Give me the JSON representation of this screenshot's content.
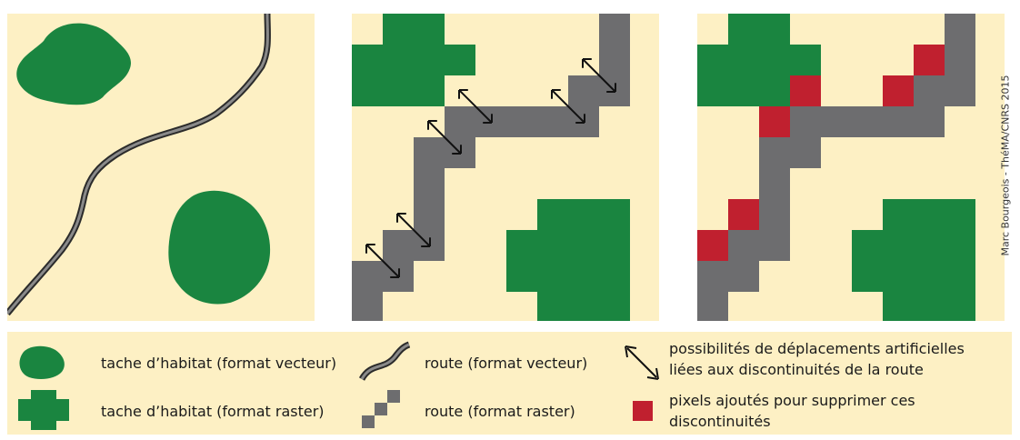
{
  "colors": {
    "background": "#fdf0c4",
    "habitat": "#1a8540",
    "road": "#6d6d6f",
    "road_edge": "#2b2b2b",
    "added_pixel": "#c0202f",
    "arrow": "#111111"
  },
  "credit": "Marc Bourgeois - ThéMA/CNRS 2015",
  "panels": [
    {
      "name": "vector-map"
    },
    {
      "name": "raster-map"
    },
    {
      "name": "corrected-raster-map"
    }
  ],
  "legend": {
    "habitat_vector": {
      "icon": "habitat-patch-vector-icon",
      "label": "tache d’habitat (format vecteur)"
    },
    "habitat_raster": {
      "icon": "habitat-patch-raster-icon",
      "label": "tache d’habitat (format raster)"
    },
    "road_vector": {
      "icon": "road-vector-icon",
      "label": "route (format vecteur)"
    },
    "road_raster": {
      "icon": "road-raster-icon",
      "label": "route (format raster)"
    },
    "movement": {
      "icon": "double-arrow-icon",
      "line1": "possibilités de déplacements artificielles",
      "line2": "liées aux discontinuités de la route"
    },
    "added_pixels": {
      "icon": "red-pixel-icon",
      "line1": "pixels ajoutés pour supprimer ces",
      "line2": "discontinuités"
    }
  }
}
